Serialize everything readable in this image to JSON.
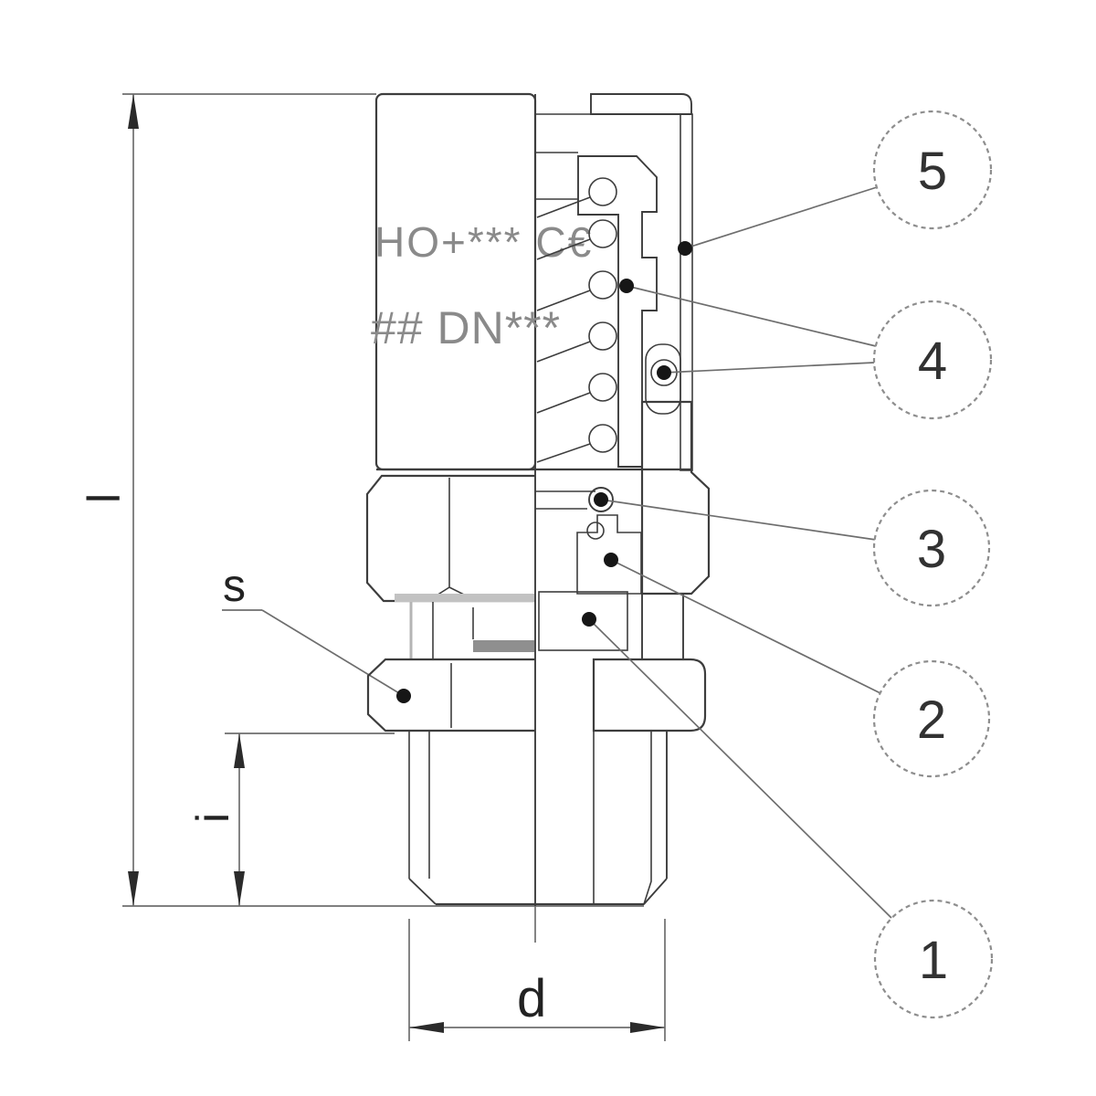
{
  "drawing": {
    "type": "valve-fitting-cross-section",
    "description": "Sectioned technical drawing of a spring-loaded screw-in valve fitting with part callouts and dimension labels",
    "body_markings": {
      "line1": "HO+*** C€",
      "line2": "## DN***"
    },
    "dimension_labels": {
      "length_overall": "l",
      "thread_length": "i",
      "wrench_size": "s",
      "thread_diameter": "d"
    },
    "callouts": [
      {
        "number": "5"
      },
      {
        "number": "4"
      },
      {
        "number": "3"
      },
      {
        "number": "2"
      },
      {
        "number": "1"
      }
    ],
    "colors": {
      "background": "#ffffff",
      "line": "#3d3d3d",
      "hatch": "#8a8a8a",
      "dimension_line": "#6e6e6e",
      "marking_text": "#8a8a8a",
      "label_text": "#222222",
      "leader_dot": "#161616"
    }
  }
}
